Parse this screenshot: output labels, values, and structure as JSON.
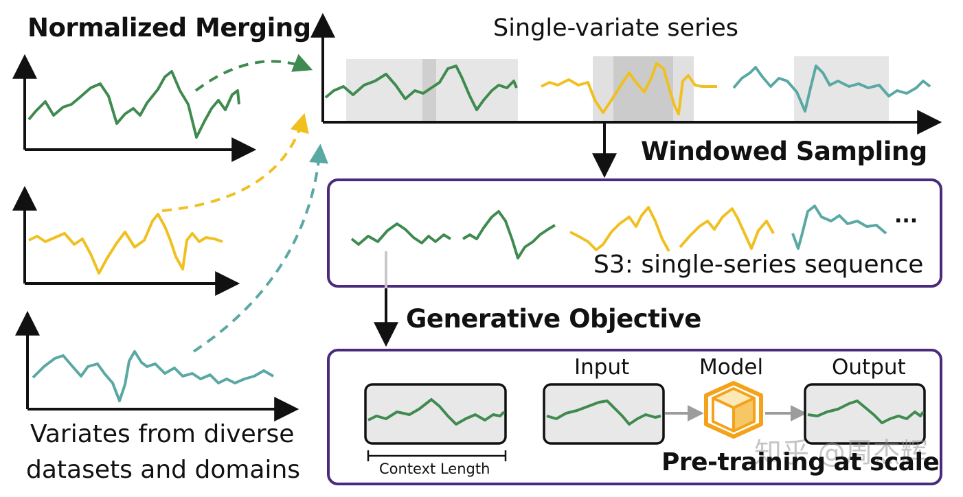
{
  "texts": {
    "normalized_merging": "Normalized Merging",
    "single_variate_series": "Single-variate series",
    "windowed_sampling": "Windowed Sampling",
    "s3_label": "S3: single-series sequence",
    "ellipsis": "...",
    "generative_objective": "Generative Objective",
    "input": "Input",
    "model": "Model",
    "output": "Output",
    "context_length": "Context Length",
    "pretraining": "Pre-training at scale",
    "variates_line1": "Variates from diverse",
    "variates_line2": "datasets and domains",
    "watermark": "知乎 @周杰辉"
  },
  "colors": {
    "green": "#3f8a4e",
    "yellow": "#f0c020",
    "teal": "#5aa8a4",
    "purple": "#4a2a7a",
    "arrow_gray": "#9c9c9c",
    "window_gray": "#d8d8d8",
    "model_orange": "#f3a21a"
  },
  "icons": {
    "model": "cube-icon"
  }
}
